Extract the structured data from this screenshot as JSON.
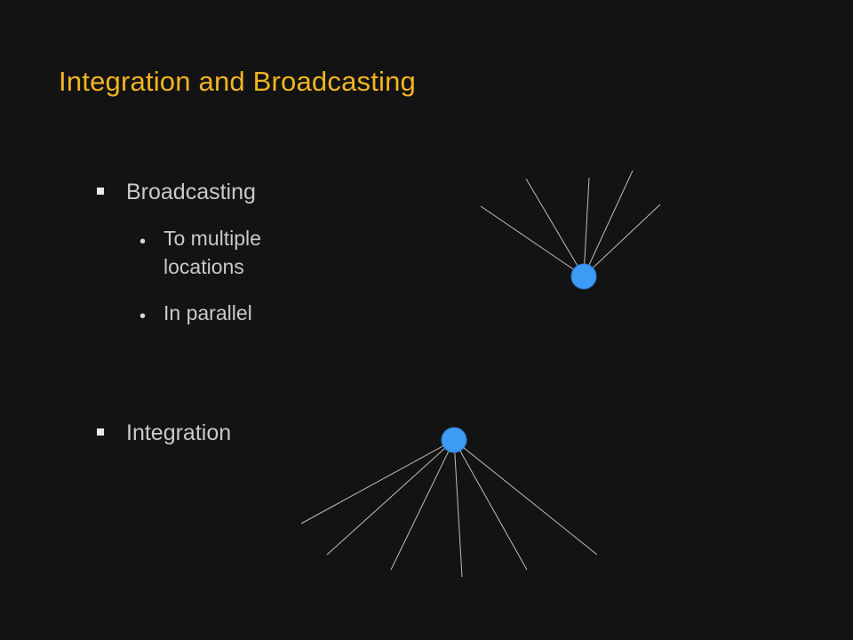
{
  "slide": {
    "title": "Integration and Broadcasting",
    "title_color": "#f2b420",
    "background": "#131313"
  },
  "bullets": [
    {
      "label": "Broadcasting",
      "sub_items": [
        "To multiple locations",
        "In parallel"
      ]
    },
    {
      "label": "Integration",
      "sub_items": []
    }
  ],
  "diagram": {
    "node_color": "#3d9bf5",
    "line_color": "#bdbdbd",
    "broadcast_fan": {
      "direction": "up",
      "edge_count": 5
    },
    "integration_fan": {
      "direction": "down",
      "edge_count": 6
    }
  }
}
